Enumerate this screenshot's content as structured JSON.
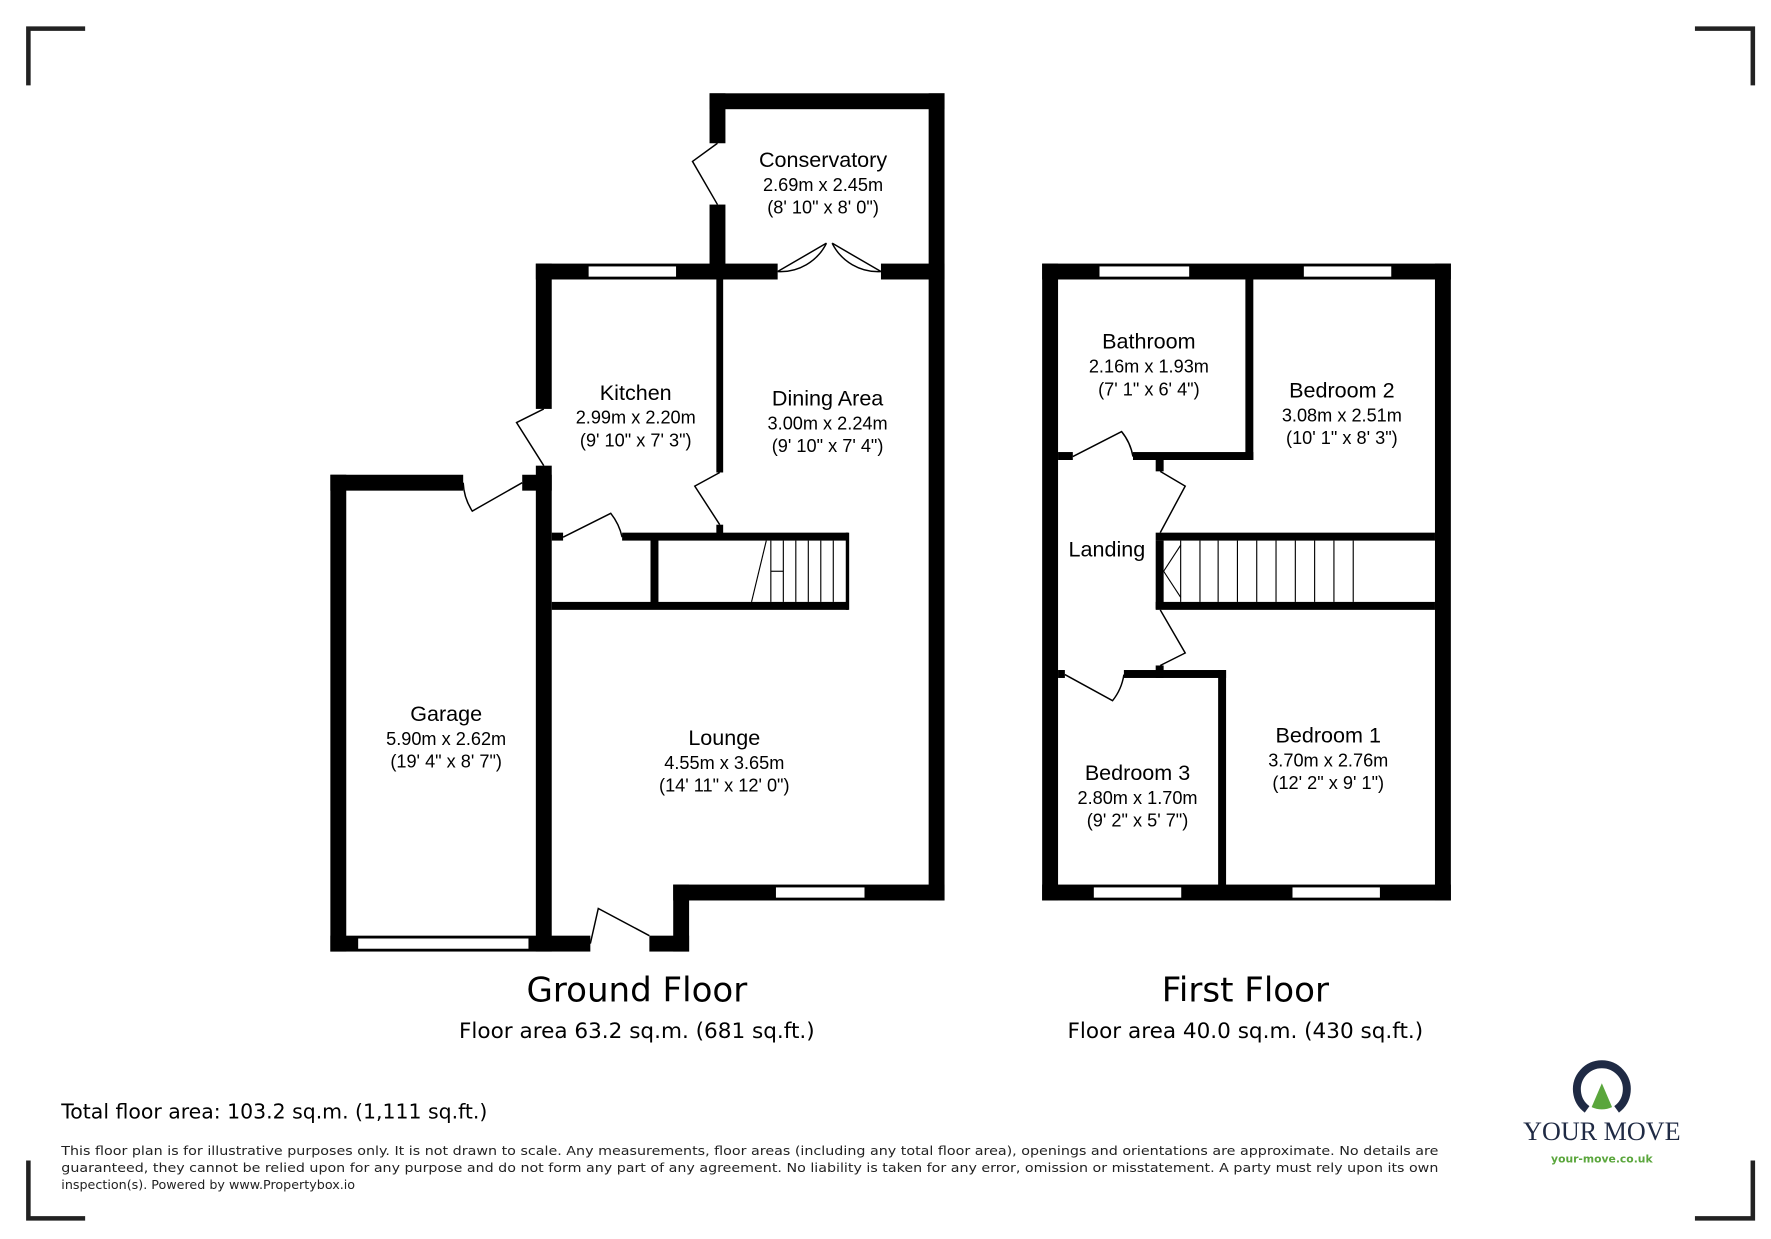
{
  "ground_floor": {
    "title": "Ground Floor",
    "area": "Floor area 63.2 sq.m. (681 sq.ft.)",
    "rooms": [
      {
        "name": "Conservatory",
        "metric": "2.69m x 2.45m",
        "imperial": "(8' 10\" x 8' 0\")"
      },
      {
        "name": "Kitchen",
        "metric": "2.99m x 2.20m",
        "imperial": "(9' 10\" x 7' 3\")"
      },
      {
        "name": "Dining Area",
        "metric": "3.00m x 2.24m",
        "imperial": "(9' 10\" x 7' 4\")"
      },
      {
        "name": "Garage",
        "metric": "5.90m x 2.62m",
        "imperial": "(19' 4\" x 8' 7\")"
      },
      {
        "name": "Lounge",
        "metric": "4.55m x 3.65m",
        "imperial": "(14' 11\" x 12' 0\")"
      }
    ]
  },
  "first_floor": {
    "title": "First Floor",
    "area": "Floor area 40.0 sq.m. (430 sq.ft.)",
    "rooms": [
      {
        "name": "Bathroom",
        "metric": "2.16m x 1.93m",
        "imperial": "(7' 1\" x 6' 4\")"
      },
      {
        "name": "Bedroom 2",
        "metric": "3.08m x 2.51m",
        "imperial": "(10' 1\" x 8' 3\")"
      },
      {
        "name": "Landing"
      },
      {
        "name": "Bedroom 3",
        "metric": "2.80m x 1.70m",
        "imperial": "(9' 2\" x 5' 7\")"
      },
      {
        "name": "Bedroom 1",
        "metric": "3.70m x 2.76m",
        "imperial": "(12' 2\" x 9' 1\")"
      }
    ]
  },
  "total_area": "Total floor area: 103.2 sq.m. (1,111 sq.ft.)",
  "disclaimer": [
    "This floor plan is for illustrative purposes only. It is not drawn to scale. Any measurements, floor areas (including any total floor area), openings and orientations are approximate. No details are",
    "guaranteed, they cannot be relied upon for any purpose and do not form any part of any agreement. No liability is taken for any error, omission or misstatement. A party must rely upon its own",
    "inspection(s). Powered by www.Propertybox.io"
  ],
  "logo": {
    "name": "YOUR MOVE",
    "url": "your-move.co.uk",
    "navy": "#1f2a44",
    "green": "#5aa63c"
  }
}
